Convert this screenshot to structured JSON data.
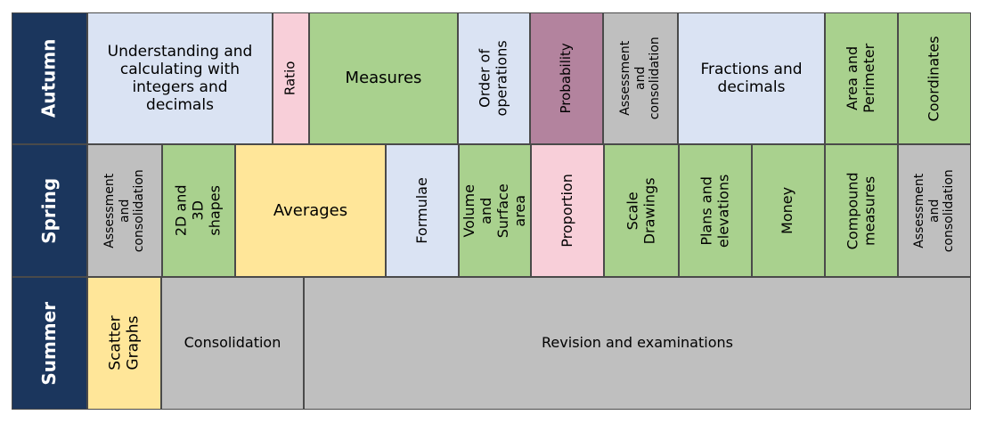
{
  "colors": {
    "season": "#1b365d",
    "blue": "#dae3f3",
    "pink": "#f8cfd9",
    "green": "#a9d18e",
    "mauve": "#b3839e",
    "grey": "#bfbfbf",
    "yellow": "#ffe699"
  },
  "seasons": {
    "autumn": "Autumn",
    "spring": "Spring",
    "summer": "Summer"
  },
  "autumn": {
    "integers": "Understanding and\ncalculating with\nintegers and\ndecimals",
    "ratio": "Ratio",
    "measures": "Measures",
    "order": "Order of\noperations",
    "probability": "Probability",
    "assessment": "Assessment\nand\nconsolidation",
    "fractions": "Fractions and\ndecimals",
    "area": "Area and\nPerimeter",
    "coordinates": "Coordinates"
  },
  "spring": {
    "assessment1": "Assessment\nand\nconsolidation",
    "shapes": "2D and 3D\nshapes",
    "averages": "Averages",
    "formulae": "Formulae",
    "volume": "Volume and\nSurface area",
    "proportion": "Proportion",
    "scale": "Scale\nDrawings",
    "plans": "Plans and\nelevations",
    "money": "Money",
    "compound": "Compound\nmeasures",
    "assessment2": "Assessment\nand\nconsolidation"
  },
  "summer": {
    "scatter": "Scatter\nGraphs",
    "consolidation": "Consolidation",
    "revision": "Revision and examinations"
  }
}
